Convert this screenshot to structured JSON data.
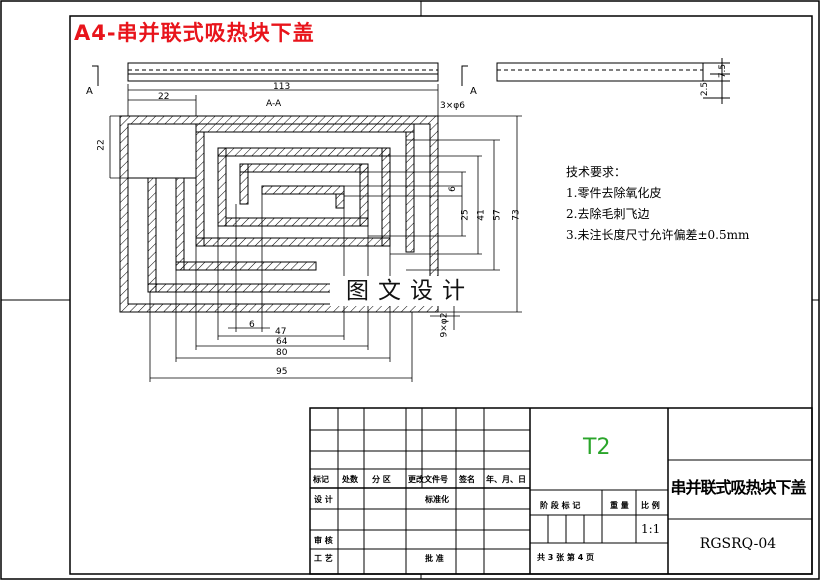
{
  "drawing": {
    "title": "A4-串并联式吸热块下盖",
    "watermark": "图文设计",
    "stamp": "T2",
    "part_name": "串并联式吸热块下盖",
    "drawing_number": "RGSRQ-04",
    "scale": "1:1"
  },
  "section": {
    "label_left": "A",
    "label_right": "A",
    "view_name": "A-A"
  },
  "dimensions": {
    "overall_length": "113",
    "thickness_total": "2.5",
    "thickness_plate": "7.5",
    "top_offset": "22",
    "side_offset": "22",
    "holes_top": "3×φ6",
    "holes_side": "9×φ2",
    "d6_vertical": "6",
    "d25": "25",
    "d41": "41",
    "d57": "57",
    "d73": "73",
    "d6_bottom": "6",
    "d47": "47",
    "d64": "64",
    "d80": "80",
    "d95": "95"
  },
  "tech_requirements": {
    "heading": "技术要求：",
    "items": [
      "1.零件去除氧化皮",
      "2.去除毛刺飞边",
      "3.未注长度尺寸允许偏差±0.5mm"
    ]
  },
  "title_block": {
    "row_labels": [
      "标记",
      "处数",
      "分 区",
      "更改文件号",
      "签名",
      "年、月、日"
    ],
    "design": "设 计",
    "standardize": "标准化",
    "review": "审 核",
    "process": "工 艺",
    "approve": "批 准",
    "stage_labels": [
      "阶 段 标 记",
      "重 量",
      "比 例"
    ],
    "sheets": "共 3 张    第 4 页"
  }
}
